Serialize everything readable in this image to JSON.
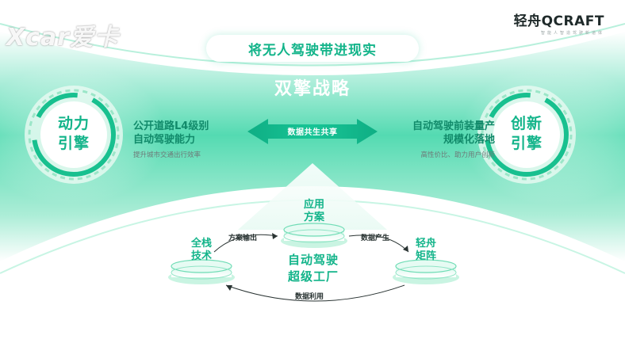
{
  "watermark": "Xcar爱卡",
  "brand": {
    "name": "轻舟QCRAFT",
    "tagline": "智能人智造驾驶新道体"
  },
  "banner": "将无人驾驶带进现实",
  "strategy_title": "双擎战略",
  "left_engine": {
    "label_line1": "动力",
    "label_line2": "引擎",
    "desc_line1": "公开道路L4级别",
    "desc_line2": "自动驾驶能力",
    "sub": "提升城市交通出行效率"
  },
  "right_engine": {
    "label_line1": "创新",
    "label_line2": "引擎",
    "desc_line1": "自动驾驶前装量产",
    "desc_line2": "规模化落地",
    "sub": "高性价比、助力用户创新"
  },
  "arrow_label": "数据共生共享",
  "platforms": {
    "top": {
      "line1": "应用",
      "line2": "方案"
    },
    "left": {
      "line1": "全栈",
      "line2": "技术"
    },
    "right": {
      "line1": "轻舟",
      "line2": "矩阵"
    }
  },
  "center": {
    "line1": "自动驾驶",
    "line2": "超级工厂"
  },
  "cycle_labels": {
    "left_to_top": "方案输出",
    "top_to_right": "数据产生",
    "right_to_left": "数据利用"
  },
  "colors": {
    "accent": "#13b48a",
    "light": "#c9f4e2",
    "dark_text": "#1f2a2a"
  }
}
